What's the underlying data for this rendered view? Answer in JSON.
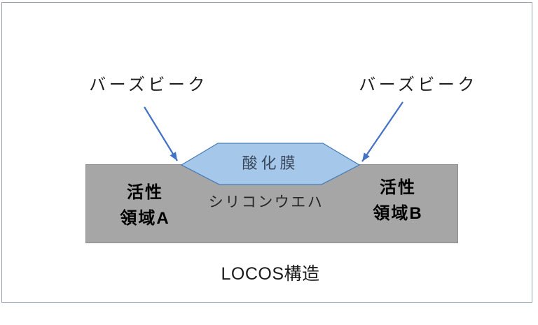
{
  "slide": {
    "caption": "LOCOS構造",
    "labels": {
      "birds_beak_left": "バーズビーク",
      "birds_beak_right": "バーズビーク",
      "oxide_film": "酸化膜",
      "silicon_wafer": "シリコンウエハ",
      "active_region_a": [
        "活性",
        "領域A"
      ],
      "active_region_b": [
        "活性",
        "領域B"
      ]
    },
    "colors": {
      "arrow": "#4472c4",
      "oxide_fill": "#a5c8ea",
      "oxide_stroke": "#4a7db8",
      "wafer_fill": "#a6a6a6",
      "wafer_stroke": "#8c8c8c",
      "frame_stroke": "#96a1ae",
      "oxide_text": "#38455a",
      "body_text": "#1f1f1f"
    }
  }
}
